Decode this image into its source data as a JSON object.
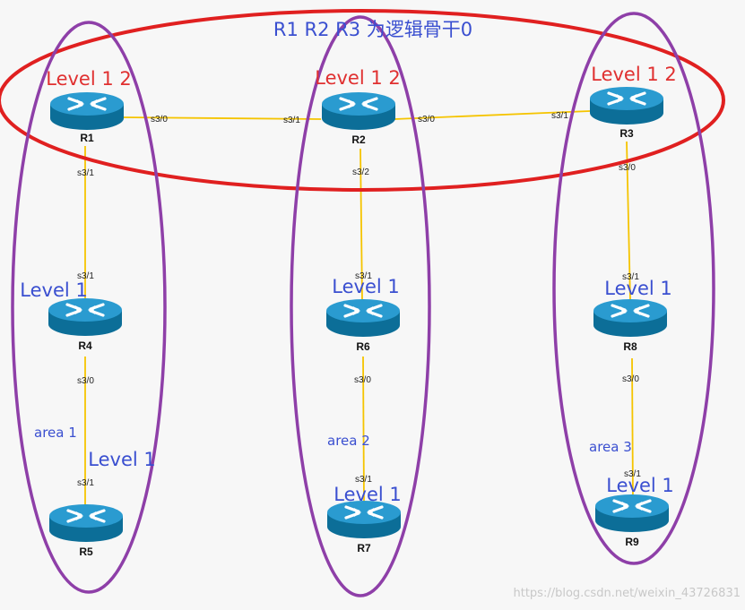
{
  "title": "R1 R2 R3 为逻辑骨干0",
  "watermark": "https://blog.csdn.net/weixin_43726831",
  "colors": {
    "title": "#3a4fd0",
    "backbone_ellipse": "#e02020",
    "area_ellipse": "#8e3fa8",
    "link": "#f5c400",
    "level12": "#e03030",
    "level1": "#3a4fd0",
    "area": "#3a4fd0",
    "router_top": "#2a9bd0",
    "router_side": "#0c6e98"
  },
  "icons": {
    "router": "router-icon"
  },
  "routers": {
    "R1": {
      "name": "R1",
      "level": "Level 1 2"
    },
    "R2": {
      "name": "R2",
      "level": "Level 1 2"
    },
    "R3": {
      "name": "R3",
      "level": "Level 1 2"
    },
    "R4": {
      "name": "R4",
      "level": "Level 1"
    },
    "R5": {
      "name": "R5",
      "level": "Level 1"
    },
    "R6": {
      "name": "R6",
      "level": "Level 1"
    },
    "R7": {
      "name": "R7",
      "level": "Level 1"
    },
    "R8": {
      "name": "R8",
      "level": "Level 1"
    },
    "R9": {
      "name": "R9",
      "level": "Level 1"
    }
  },
  "links": {
    "r1_r2": {
      "a": "s3/0",
      "b": "s3/1"
    },
    "r2_r3": {
      "a": "s3/0",
      "b": "s3/1"
    },
    "r1_r4": {
      "a": "s3/1",
      "b": "s3/1"
    },
    "r4_r5": {
      "a": "s3/0",
      "b": "s3/1"
    },
    "r2_r6": {
      "a": "s3/2",
      "b": "s3/1"
    },
    "r6_r7": {
      "a": "s3/0",
      "b": "s3/1"
    },
    "r3_r8": {
      "a": "s3/0",
      "b": "s3/1"
    },
    "r8_r9": {
      "a": "s3/0",
      "b": "s3/1"
    }
  },
  "areas": {
    "area1": "area 1",
    "area2": "area 2",
    "area3": "area 3"
  }
}
